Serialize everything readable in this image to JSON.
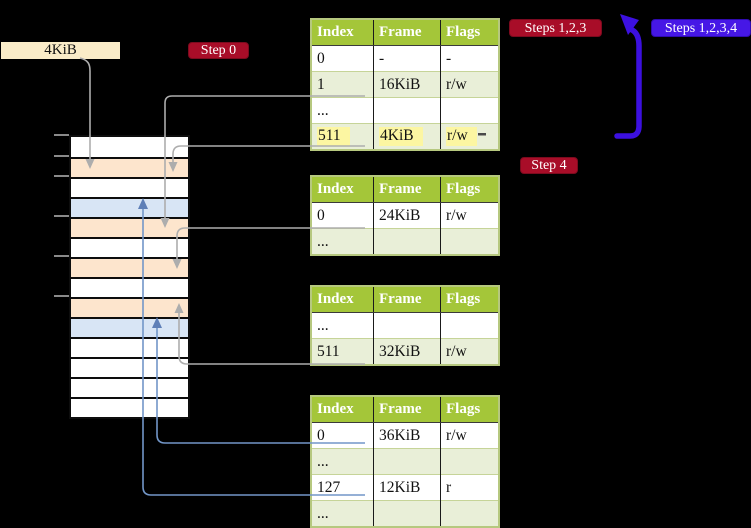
{
  "title": "page table translation diagram",
  "label_4kib": "4KiB",
  "badges": {
    "step0": "Step 0",
    "steps123": "Steps 1,2,3",
    "steps1234": "Steps 1,2,3,4",
    "step4": "Step 4"
  },
  "tables": [
    {
      "id": "page-table-1",
      "headers": [
        "Index",
        "Frame",
        "Flags"
      ],
      "rows": [
        {
          "index": "0",
          "frame": "-",
          "flags": "-"
        },
        {
          "index": "1",
          "frame": "16KiB",
          "flags": "r/w"
        },
        {
          "index": "...",
          "frame": "",
          "flags": ""
        },
        {
          "index": "511",
          "frame": "4KiB",
          "flags": "r/w",
          "highlight": true
        }
      ]
    },
    {
      "id": "page-table-2",
      "headers": [
        "Index",
        "Frame",
        "Flags"
      ],
      "rows": [
        {
          "index": "0",
          "frame": "24KiB",
          "flags": "r/w"
        },
        {
          "index": "...",
          "frame": "",
          "flags": ""
        }
      ]
    },
    {
      "id": "page-table-3",
      "headers": [
        "Index",
        "Frame",
        "Flags"
      ],
      "rows": [
        {
          "index": "...",
          "frame": "",
          "flags": ""
        },
        {
          "index": "511",
          "frame": "32KiB",
          "flags": "r/w"
        }
      ]
    },
    {
      "id": "page-table-4",
      "headers": [
        "Index",
        "Frame",
        "Flags"
      ],
      "rows": [
        {
          "index": "0",
          "frame": "36KiB",
          "flags": "r/w"
        },
        {
          "index": "...",
          "frame": "",
          "flags": ""
        },
        {
          "index": "127",
          "frame": "12KiB",
          "flags": "r"
        },
        {
          "index": "...",
          "frame": "",
          "flags": ""
        }
      ]
    }
  ],
  "memory": {
    "rows": [
      {
        "kind": "free"
      },
      {
        "kind": "table"
      },
      {
        "kind": "free"
      },
      {
        "kind": "page"
      },
      {
        "kind": "table"
      },
      {
        "kind": "free"
      },
      {
        "kind": "table"
      },
      {
        "kind": "free"
      },
      {
        "kind": "table"
      },
      {
        "kind": "page"
      },
      {
        "kind": "free"
      },
      {
        "kind": "free"
      },
      {
        "kind": "free"
      },
      {
        "kind": "free"
      }
    ],
    "colors": {
      "free": "#ffffff",
      "table": "#fde5cd",
      "page": "#d8e5f5"
    }
  },
  "arrows": [
    {
      "name": "arrow-4kib-label-to-frame-4kib",
      "color": "#adadad"
    },
    {
      "name": "arrow-table1-entry1-to-frame-16kib",
      "color": "#adadad"
    },
    {
      "name": "arrow-table1-entry511-to-frame-4kib",
      "color": "#adadad"
    },
    {
      "name": "arrow-table2-entry0-to-frame-24kib",
      "color": "#adadad"
    },
    {
      "name": "arrow-table3-entry511-to-frame-32kib",
      "color": "#adadad"
    },
    {
      "name": "arrow-table4-entry0-to-page-36kib",
      "color": "#7296c8"
    },
    {
      "name": "arrow-table4-entry127-to-page-12kib",
      "color": "#7296c8"
    },
    {
      "name": "arrow-loop-repeat-steps",
      "color": "#3c10e0"
    }
  ],
  "colors": {
    "background": "#000000",
    "badge_red": "#a80d28",
    "badge_blue": "#4617e6",
    "table_header_green": "#a4c639",
    "table_row_green": "#e9efd8",
    "table_border_green": "#b6c87f",
    "highlight_yellow": "#fcf6a2",
    "memory_free": "#ffffff",
    "memory_table_frame": "#fde5cd",
    "memory_page_frame": "#d8e5f5",
    "label_bg": "#faecc8",
    "arrow_gray": "#adadad",
    "arrow_steel_blue": "#7296c8",
    "arrow_loop_blue": "#3c10e0"
  }
}
